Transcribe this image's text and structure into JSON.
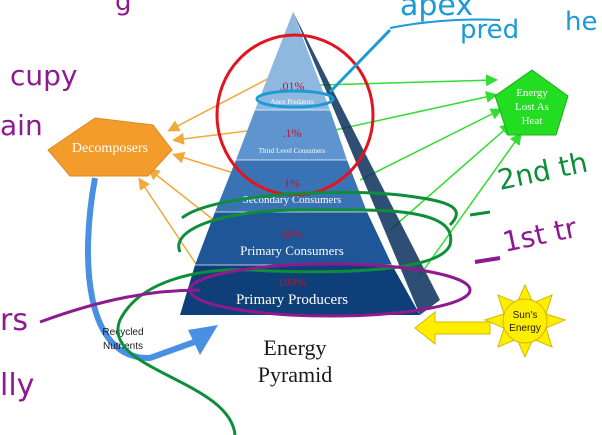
{
  "title_line1": "Energy",
  "title_line2": "Pyramid",
  "tiers": [
    {
      "pct": ".01%",
      "name": "Apex Predators"
    },
    {
      "pct": ".1%",
      "name": "Third Level Consumers"
    },
    {
      "pct": "1%",
      "name": "Secondary Consumers"
    },
    {
      "pct": "10%",
      "name": "Primary Consumers"
    },
    {
      "pct": "100%",
      "name": "Primary Producers"
    }
  ],
  "decomposers": "Decomposers",
  "energy_lost": [
    "Energy",
    "Lost As",
    "Heat"
  ],
  "sun": [
    "Sun's",
    "Energy"
  ],
  "recycled": [
    "Recycled",
    "Nutrients"
  ],
  "annotations": {
    "top_left": "g",
    "occupy": "cupy",
    "chain": "ain",
    "rs": "rs",
    "lly": "lly",
    "apex_pred": "apex",
    "pred2": "pred",
    "he": "he",
    "second": "2nd th",
    "first": "1st tr"
  },
  "colors": {
    "tier1": "#8fb8e0",
    "tier2": "#5f95cf",
    "tier3": "#3973b3",
    "tier4": "#1e5697",
    "tier5": "#0f3f78",
    "decomposers": "#f39c2b",
    "heat": "#22dd22",
    "sun": "#ffee00",
    "red_ink": "#e3141e",
    "green_ink": "#0e8e3a",
    "purple_ink": "#8e1a8f",
    "blue_ink": "#1a9bd7"
  }
}
